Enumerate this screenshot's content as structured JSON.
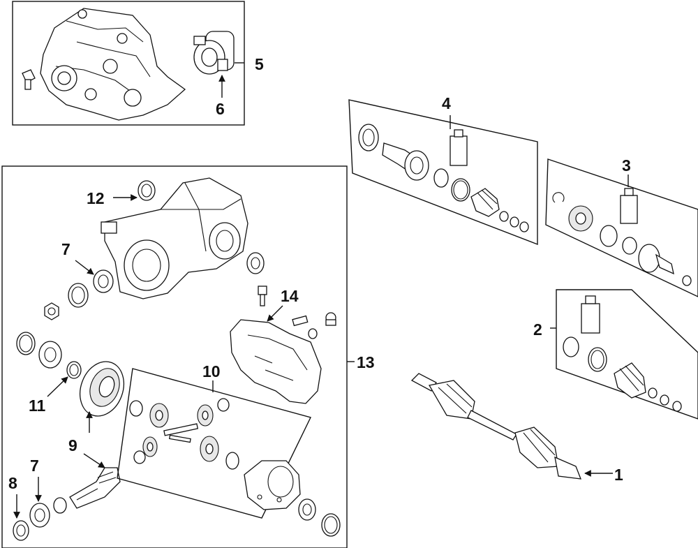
{
  "callouts": {
    "c1": "1",
    "c2": "2",
    "c3": "3",
    "c4": "4",
    "c5": "5",
    "c6": "6",
    "c7a": "7",
    "c7b": "7",
    "c8": "8",
    "c9": "9",
    "c10": "10",
    "c11": "11",
    "c12": "12",
    "c13": "13",
    "c14": "14"
  },
  "colors": {
    "line": "#111111",
    "background": "#ffffff"
  }
}
